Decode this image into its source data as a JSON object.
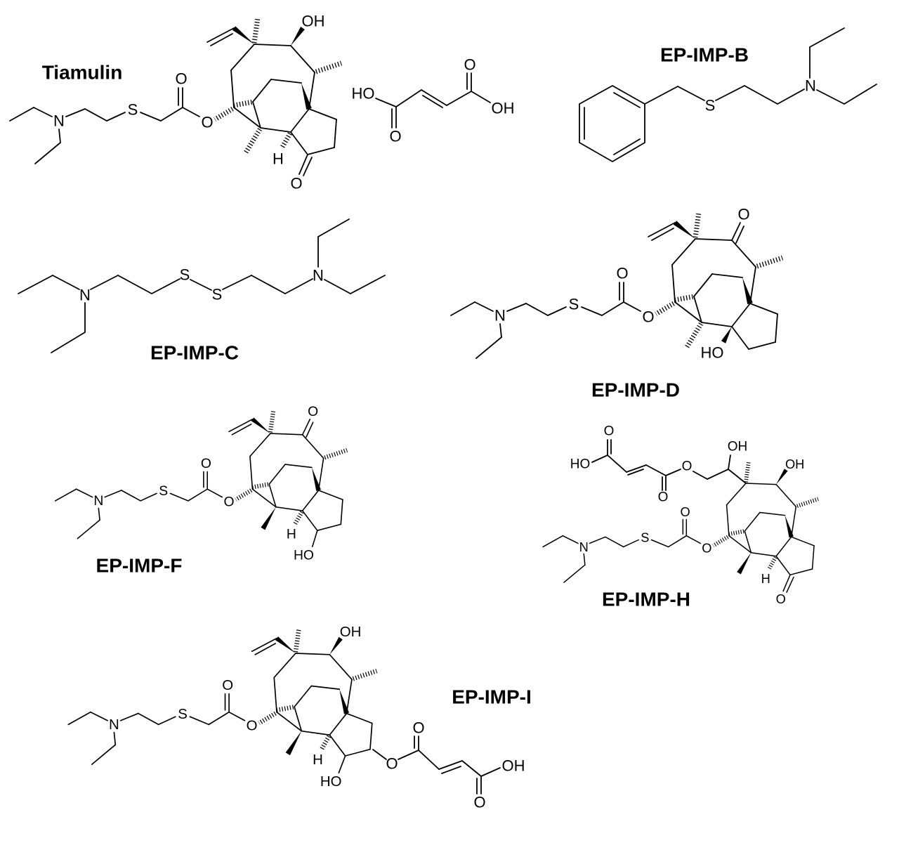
{
  "labels": {
    "tiamulin": "Tiamulin",
    "b": "EP-IMP-B",
    "c": "EP-IMP-C",
    "d": "EP-IMP-D",
    "f": "EP-IMP-F",
    "h": "EP-IMP-H",
    "i": "EP-IMP-I"
  },
  "atoms": {
    "O": "O",
    "S": "S",
    "N": "N",
    "OH": "OH",
    "HO": "HO",
    "H": "H"
  }
}
